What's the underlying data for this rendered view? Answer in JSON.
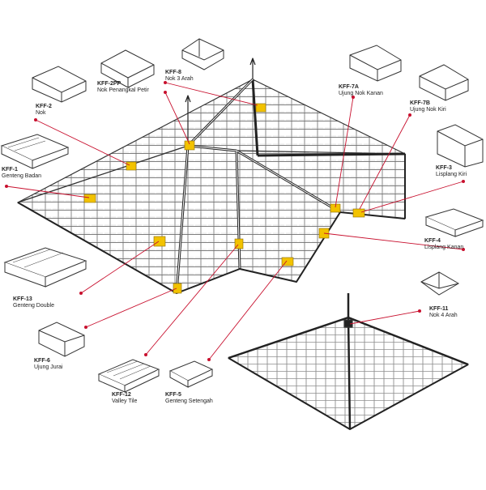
{
  "accent": "#c8102e",
  "highlight": "#f2c200",
  "labels": {
    "kff2pp": {
      "code": "KFF-2PP",
      "name": "Nok Penangkal Petir"
    },
    "kff8": {
      "code": "KFF-8",
      "name": "Nok 3 Arah"
    },
    "kff7a": {
      "code": "KFF-7A",
      "name": "Ujung Nok Kanan"
    },
    "kff7b": {
      "code": "KFF-7B",
      "name": "Ujung Nok Kiri"
    },
    "kff2": {
      "code": "KFF-2",
      "name": "Nok"
    },
    "kff1": {
      "code": "KFF-1",
      "name": "Genteng Badan"
    },
    "kff3": {
      "code": "KFF-3",
      "name": "Lisplang Kiri"
    },
    "kff4": {
      "code": "KFF-4",
      "name": "Lisplang Kanan"
    },
    "kff13": {
      "code": "KFF-13",
      "name": "Genteng Double"
    },
    "kff11": {
      "code": "KFF-11",
      "name": "Nok 4 Arah"
    },
    "kff6": {
      "code": "KFF-6",
      "name": "Ujung Jurai"
    },
    "kff12": {
      "code": "KFF-12",
      "name": "Valley Tile"
    },
    "kff5": {
      "code": "KFF-5",
      "name": "Genteng Setengah"
    }
  }
}
